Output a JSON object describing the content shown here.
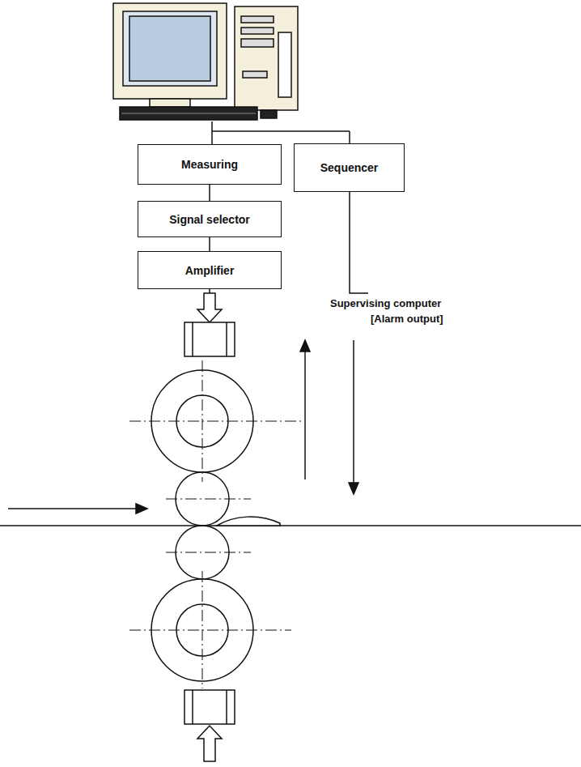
{
  "diagram": {
    "nodes": [
      {
        "text": [
          "Measuring"
        ]
      },
      {
        "text": [
          "Sequencer"
        ]
      },
      {
        "text": [
          "Signal selector"
        ]
      },
      {
        "text": [
          "Amplifier"
        ]
      }
    ],
    "edges": [
      {
        "from": 0,
        "to": 2,
        "arrow": "none"
      },
      {
        "from": 2,
        "to": 3,
        "arrow": "none"
      }
    ],
    "labels": [
      "Supervising computer",
      "[Alarm output]"
    ]
  }
}
